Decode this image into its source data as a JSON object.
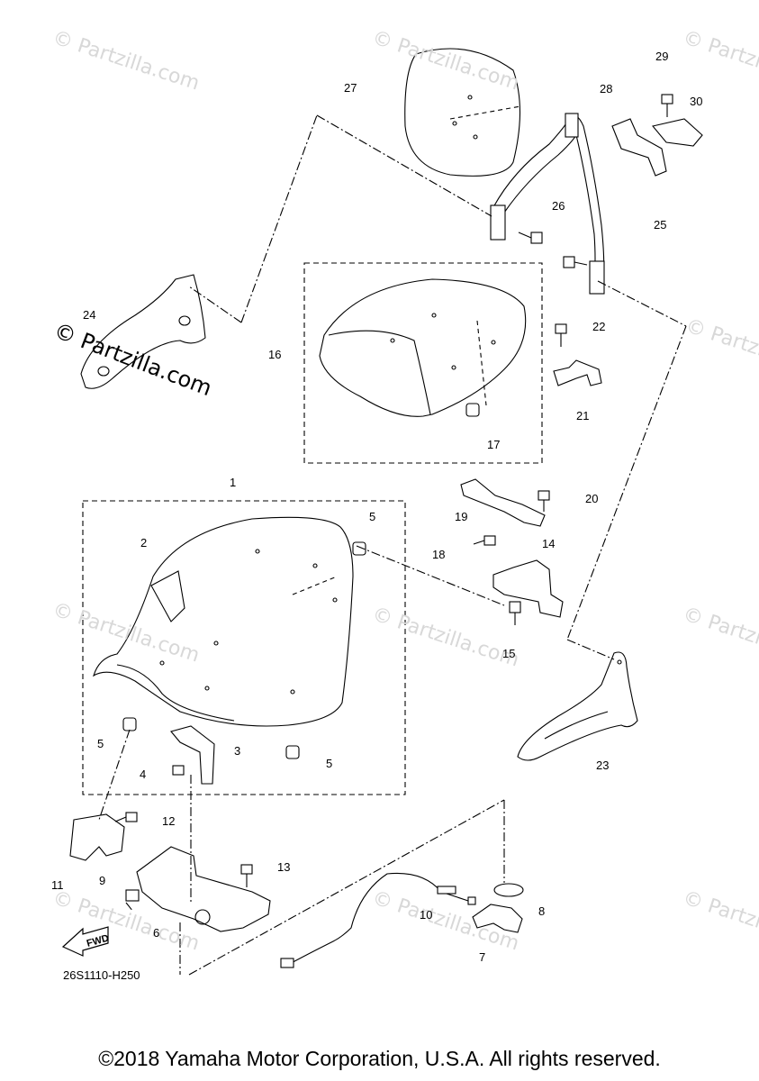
{
  "watermark": "© Partzilla.com",
  "watermark_prominent": "© Partzilla.com",
  "diagram_code": "26S1110-H250",
  "fwd_label": "FWD",
  "copyright": "©2018 Yamaha Motor Corporation, U.S.A. All rights reserved.",
  "callouts": [
    "1",
    "2",
    "3",
    "4",
    "5",
    "5",
    "5",
    "5",
    "6",
    "7",
    "8",
    "9",
    "10",
    "11",
    "12",
    "13",
    "14",
    "15",
    "16",
    "17",
    "18",
    "19",
    "20",
    "21",
    "22",
    "23",
    "24",
    "25",
    "26",
    "27",
    "28",
    "29",
    "30"
  ]
}
